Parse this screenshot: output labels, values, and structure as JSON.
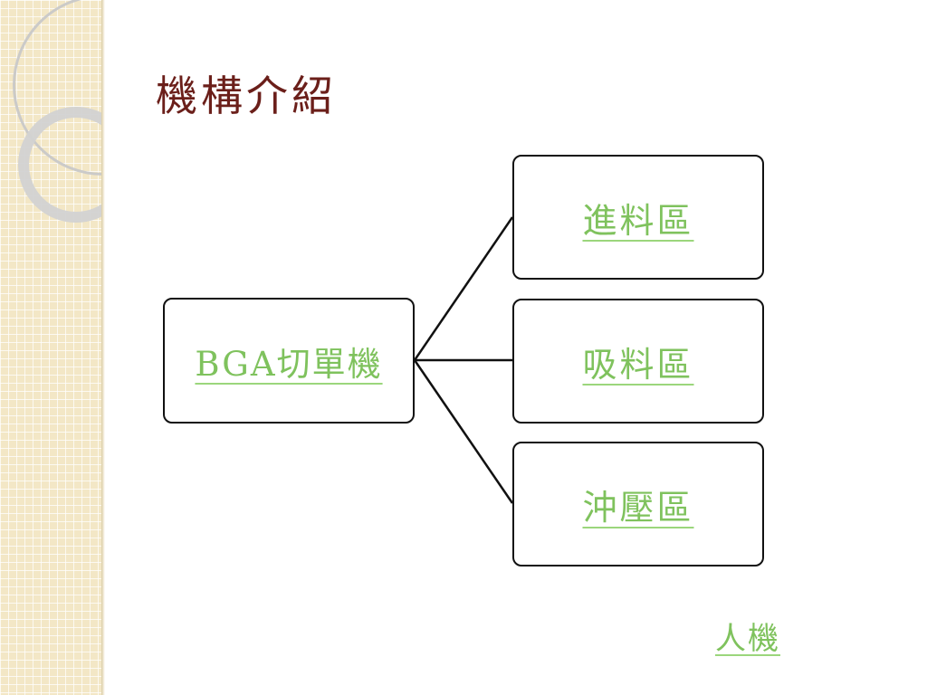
{
  "slide": {
    "title": "機構介紹"
  },
  "diagram": {
    "root": {
      "label": "BGA切單機"
    },
    "children": [
      {
        "label": "進料區"
      },
      {
        "label": "吸料區"
      },
      {
        "label": "沖壓區"
      }
    ],
    "node_border_color": "#111111",
    "link_color": "#7fc25d",
    "title_color": "#6b1f1a"
  },
  "footer": {
    "link_label": "人機"
  }
}
